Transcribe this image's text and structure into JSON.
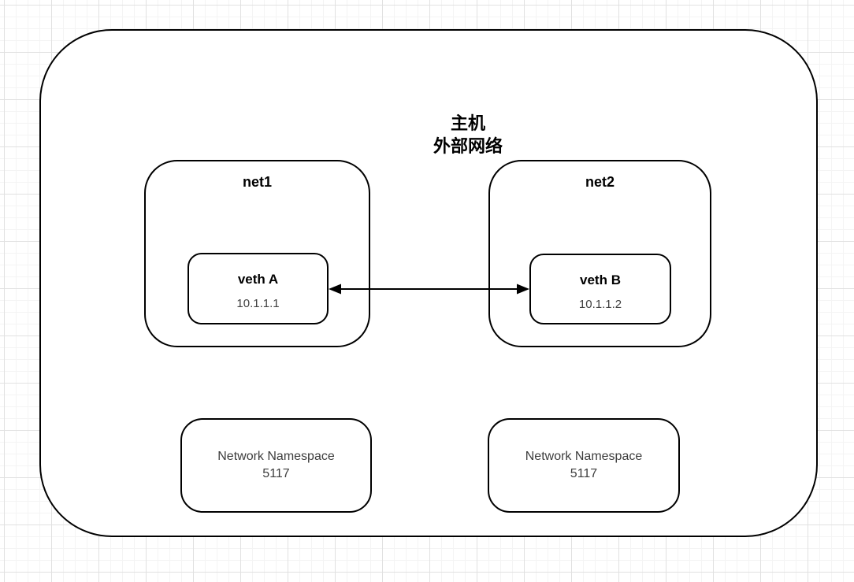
{
  "colors": {
    "stroke": "#000000",
    "shape_fill": "#ffffff",
    "text_primary": "#000000",
    "text_secondary": "#404040",
    "grid_minor": "#f4f4f4",
    "grid_major": "#e1e1e1"
  },
  "diagram": {
    "host": {
      "title_line1": "主机",
      "title_line2": "外部网络"
    },
    "net1": {
      "label": "net1",
      "veth": {
        "name": "veth A",
        "ip": "10.1.1.1"
      }
    },
    "net2": {
      "label": "net2",
      "veth": {
        "name": "veth B",
        "ip": "10.1.1.2"
      }
    },
    "namespace_left": {
      "line1": "Network Namespace",
      "line2": "5117"
    },
    "namespace_right": {
      "line1": "Network Namespace",
      "line2": "5117"
    },
    "connection": {
      "type": "bidirectional-arrow",
      "from": "veth A",
      "to": "veth B"
    }
  }
}
